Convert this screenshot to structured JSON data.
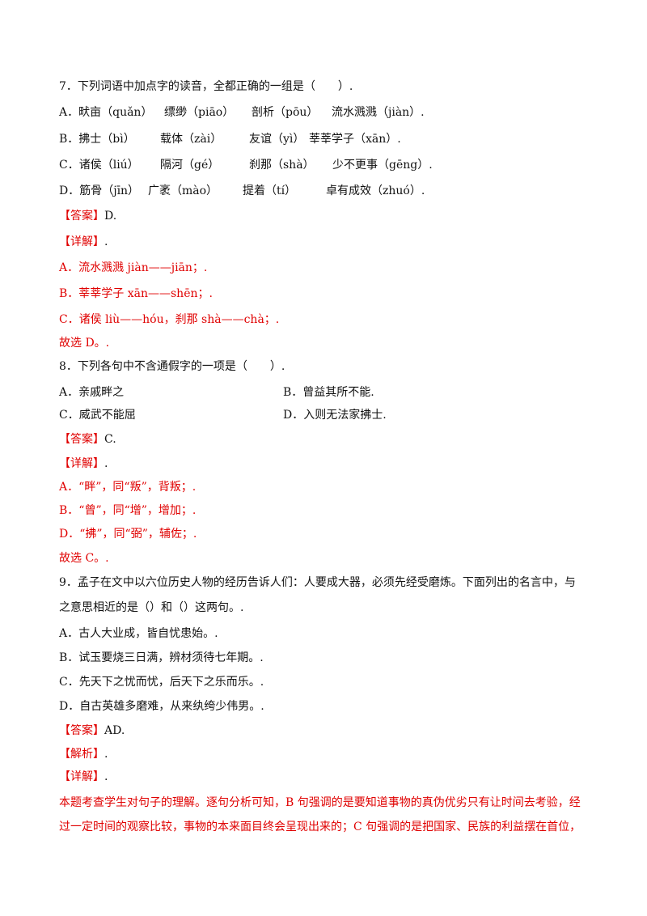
{
  "q7": {
    "stem": "7．下列词语中加点字的读音，全都正确的一组是（　　）.",
    "rows": [
      [
        "A．畎亩（quǎn）",
        "缥缈（piāo）",
        "剖析（pōu）",
        "流水溅溅（jiàn）."
      ],
      [
        "B．拂士（bì）",
        "载体（zài）",
        "友谊（yì）",
        "莘莘学子（xān）."
      ],
      [
        "C．诸侯（liú）",
        "隔河（gé）",
        "刹那（shà）",
        "少不更事（gēng）."
      ],
      [
        "D．筋骨（jīn）",
        "广袤（mào）",
        "提着（tí）",
        "卓有成效（zhuó）."
      ]
    ],
    "answer_tag": "【答案】",
    "answer": "D.",
    "detail_tag": "【详解】",
    "detail_suffix": ".",
    "explain": [
      "A．流水溅溅 jiàn——jiān；.",
      "B．莘莘学子 xān——shēn；.",
      "C．诸侯 liù——hóu，刹那 shà——chà；.",
      "故选 D。."
    ]
  },
  "q8": {
    "stem": "8．下列各句中不含通假字的一项是（　　）.",
    "options": [
      "A．亲戚畔之",
      "B．曾益其所不能.",
      "C．威武不能屈",
      "D．入则无法家拂士."
    ],
    "answer_tag": "【答案】",
    "answer": "C.",
    "detail_tag": "【详解】",
    "detail_suffix": ".",
    "explain": [
      "A．“畔”，同“叛”，背叛；.",
      "B．“曾”，同“增”，增加；.",
      "D．“拂”，同“弼”，辅佐；.",
      "故选 C。."
    ]
  },
  "q9": {
    "stem1": "9．孟子在文中以六位历史人物的经历告诉人们：人要成大器，必须先经受磨炼。下面列出的名言中，与",
    "stem2": "之意思相近的是（）和（）这两句。.",
    "options": [
      "A．古人大业成，皆自忧患始。.",
      "B．试玉要烧三日满，辨材须待七年期。.",
      "C．先天下之忧而忧，后天下之乐而乐。.",
      "D．自古英雄多磨难，从来纨绔少伟男。."
    ],
    "answer_tag": "【答案】",
    "answer": "AD.",
    "analysis_tag": "【解析】",
    "analysis_suffix": ".",
    "detail_tag": "【详解】",
    "detail_suffix": ".",
    "explain": "本题考查学生对句子的理解。逐句分析可知，B 句强调的是要知道事物的真伪优劣只有让时间去考验，经过一定时间的观察比较，事物的本来面目终会呈现出来的；C 句强调的是把国家、民族的利益摆在首位，"
  },
  "colors": {
    "accent_red": "#e00000",
    "text": "#111111"
  }
}
